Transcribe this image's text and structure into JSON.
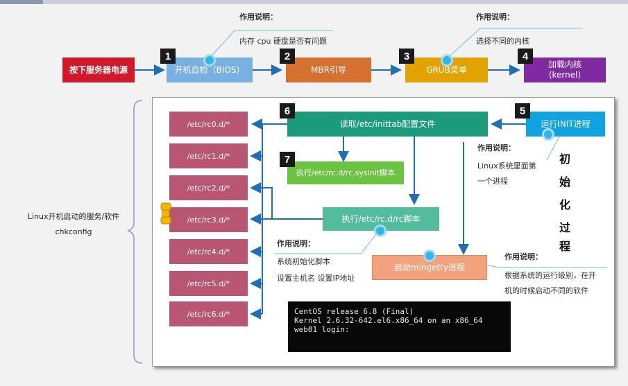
{
  "steps": {
    "power": "按下服务器电源",
    "bios": "开机自检（BIOS）",
    "mbr": "MBR引导",
    "grub": "GRUB菜单",
    "kernel_line1": "加载内核",
    "kernel_line2": "(kernel)",
    "read_inittab": "读取/etc/inittab配置文件",
    "run_init": "运行INIT进程",
    "sysinit": "执行/etc/rc.d/rc.sysinit脚本",
    "rc_script": "执行/etc/rc.d/rc脚本",
    "mingetty": "启动mingetty进程"
  },
  "numbers": [
    "1",
    "2",
    "3",
    "4",
    "5",
    "6",
    "7"
  ],
  "notes": {
    "note1_title": "作用说明：",
    "note1_text": "内存 cpu 硬盘是否有问题",
    "note2_title": "作用说明：",
    "note2_text": "选择不同的内核",
    "note3_title": "作用说明：",
    "note3_line1": "Linux系统里面第",
    "note3_line2": "一个进程",
    "note4_title": "作用说明：",
    "note4_line1": "系统初始化脚本",
    "note4_line2": "设置主机名 设置IP地址",
    "note5_title": "作用说明：",
    "note5_line1": "根据系统的运行级别，在开",
    "note5_line2": "机的时候启动不同的软件"
  },
  "runlevels": [
    "/etc/rc0.d/*",
    "/etc/rc1.d/*",
    "/etc/rc2.d/*",
    "/etc/rc3.d/*",
    "/etc/rc4.d/*",
    "/etc/rc5.d/*",
    "/etc/rc6.d/*"
  ],
  "vertical_label": [
    "初",
    "始",
    "化",
    "过",
    "程"
  ],
  "side_label": {
    "line1": "Linux开机启动的服务/软件",
    "line2": "chkconfig"
  },
  "terminal": {
    "line1": "CentOS release 6.8 (Final)",
    "line2": "Kernel 2.6.32-642.el6.x86_64 on an x86_64",
    "line3": "",
    "line4": "web01 login:"
  },
  "colors": {
    "power": "#d0192a",
    "bios": "#78b0e0",
    "mbr": "#d5702f",
    "grub": "#e2a300",
    "kernel": "#7f2aa0",
    "inittab": "#1b9a7c",
    "init": "#11a3e0",
    "sysinit": "#6cc241",
    "rc_script": "#52bc9c",
    "mingetty": "#f2a37d",
    "runlevel": "#b85673",
    "arrow": "#1f6fb4"
  }
}
